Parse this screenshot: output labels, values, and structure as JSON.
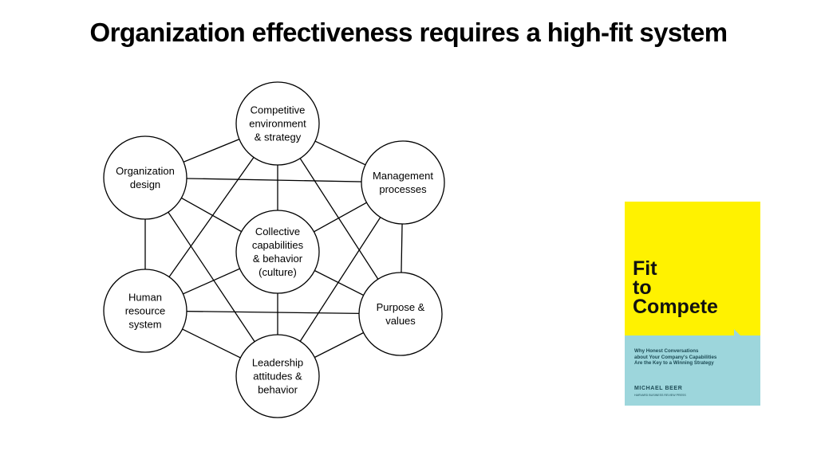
{
  "title": "Organization effectiveness requires a high-fit system",
  "diagram": {
    "nodes": [
      {
        "id": "competitive",
        "lines": [
          "Competitive",
          "environment",
          "& strategy"
        ]
      },
      {
        "id": "management",
        "lines": [
          "Management",
          "processes"
        ]
      },
      {
        "id": "purpose",
        "lines": [
          "Purpose &",
          "values"
        ]
      },
      {
        "id": "leadership",
        "lines": [
          "Leadership",
          "attitudes &",
          "behavior"
        ]
      },
      {
        "id": "human",
        "lines": [
          "Human",
          "resource",
          "system"
        ]
      },
      {
        "id": "orgdesign",
        "lines": [
          "Organization",
          "design"
        ]
      },
      {
        "id": "collective",
        "lines": [
          "Collective",
          "capabilities",
          "& behavior",
          "(culture)"
        ]
      }
    ],
    "edges": [
      [
        "competitive",
        "management"
      ],
      [
        "competitive",
        "orgdesign"
      ],
      [
        "competitive",
        "collective"
      ],
      [
        "competitive",
        "human"
      ],
      [
        "competitive",
        "purpose"
      ],
      [
        "management",
        "orgdesign"
      ],
      [
        "management",
        "purpose"
      ],
      [
        "management",
        "collective"
      ],
      [
        "management",
        "leadership"
      ],
      [
        "orgdesign",
        "human"
      ],
      [
        "orgdesign",
        "collective"
      ],
      [
        "orgdesign",
        "leadership"
      ],
      [
        "human",
        "purpose"
      ],
      [
        "human",
        "leadership"
      ],
      [
        "human",
        "collective"
      ],
      [
        "purpose",
        "leadership"
      ],
      [
        "purpose",
        "collective"
      ],
      [
        "leadership",
        "collective"
      ]
    ]
  },
  "book": {
    "title_lines": [
      "Fit",
      "to",
      "Compete"
    ],
    "subtitle_lines": [
      "Why Honest Conversations",
      "about Your Company's Capabilities",
      "Are the Key to a Winning Strategy"
    ],
    "author": "MICHAEL BEER",
    "credit": "HARVARD BUSINESS REVIEW PRESS",
    "colors": {
      "top": "#fff200",
      "bottom": "#9dd6dc",
      "text": "#1d4b55"
    }
  },
  "colors": {
    "stroke": "#000000",
    "background": "#ffffff"
  }
}
